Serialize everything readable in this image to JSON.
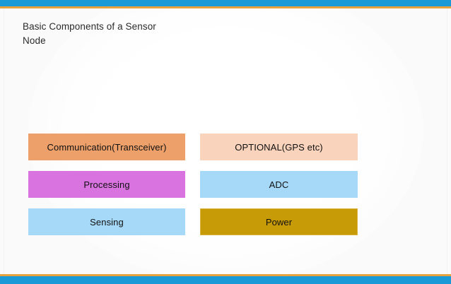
{
  "slide": {
    "title": "Basic Components of a Sensor\nNode",
    "background_color": "#fafafa",
    "accent_blue": "#1a9bd7",
    "accent_orange": "#e8a33d"
  },
  "diagram": {
    "type": "block-diagram",
    "columns": 2,
    "rows": 3,
    "boxes": [
      {
        "id": "communication",
        "label": "Communication(Transceiver)",
        "column": "left",
        "row": 1,
        "fill": "#eda06a",
        "border": "#eda06a",
        "text_color": "#111111"
      },
      {
        "id": "optional-gps",
        "label": "OPTIONAL(GPS etc)",
        "column": "right",
        "row": 1,
        "fill": "#fad3bc",
        "border": "#fad3bc",
        "text_color": "#111111"
      },
      {
        "id": "processing",
        "label": "Processing",
        "column": "left",
        "row": 2,
        "fill": "#d973e0",
        "border": "#d973e0",
        "text_color": "#111111"
      },
      {
        "id": "adc",
        "label": "ADC",
        "column": "right",
        "row": 2,
        "fill": "#a6d9f7",
        "border": "#a6d9f7",
        "text_color": "#111111"
      },
      {
        "id": "sensing",
        "label": "Sensing",
        "column": "left",
        "row": 3,
        "fill": "#a6d9f7",
        "border": "#a6d9f7",
        "text_color": "#111111"
      },
      {
        "id": "power",
        "label": "Power",
        "column": "right",
        "row": 3,
        "fill": "#c79a08",
        "border": "#d9b13c",
        "text_color": "#111111"
      }
    ]
  }
}
